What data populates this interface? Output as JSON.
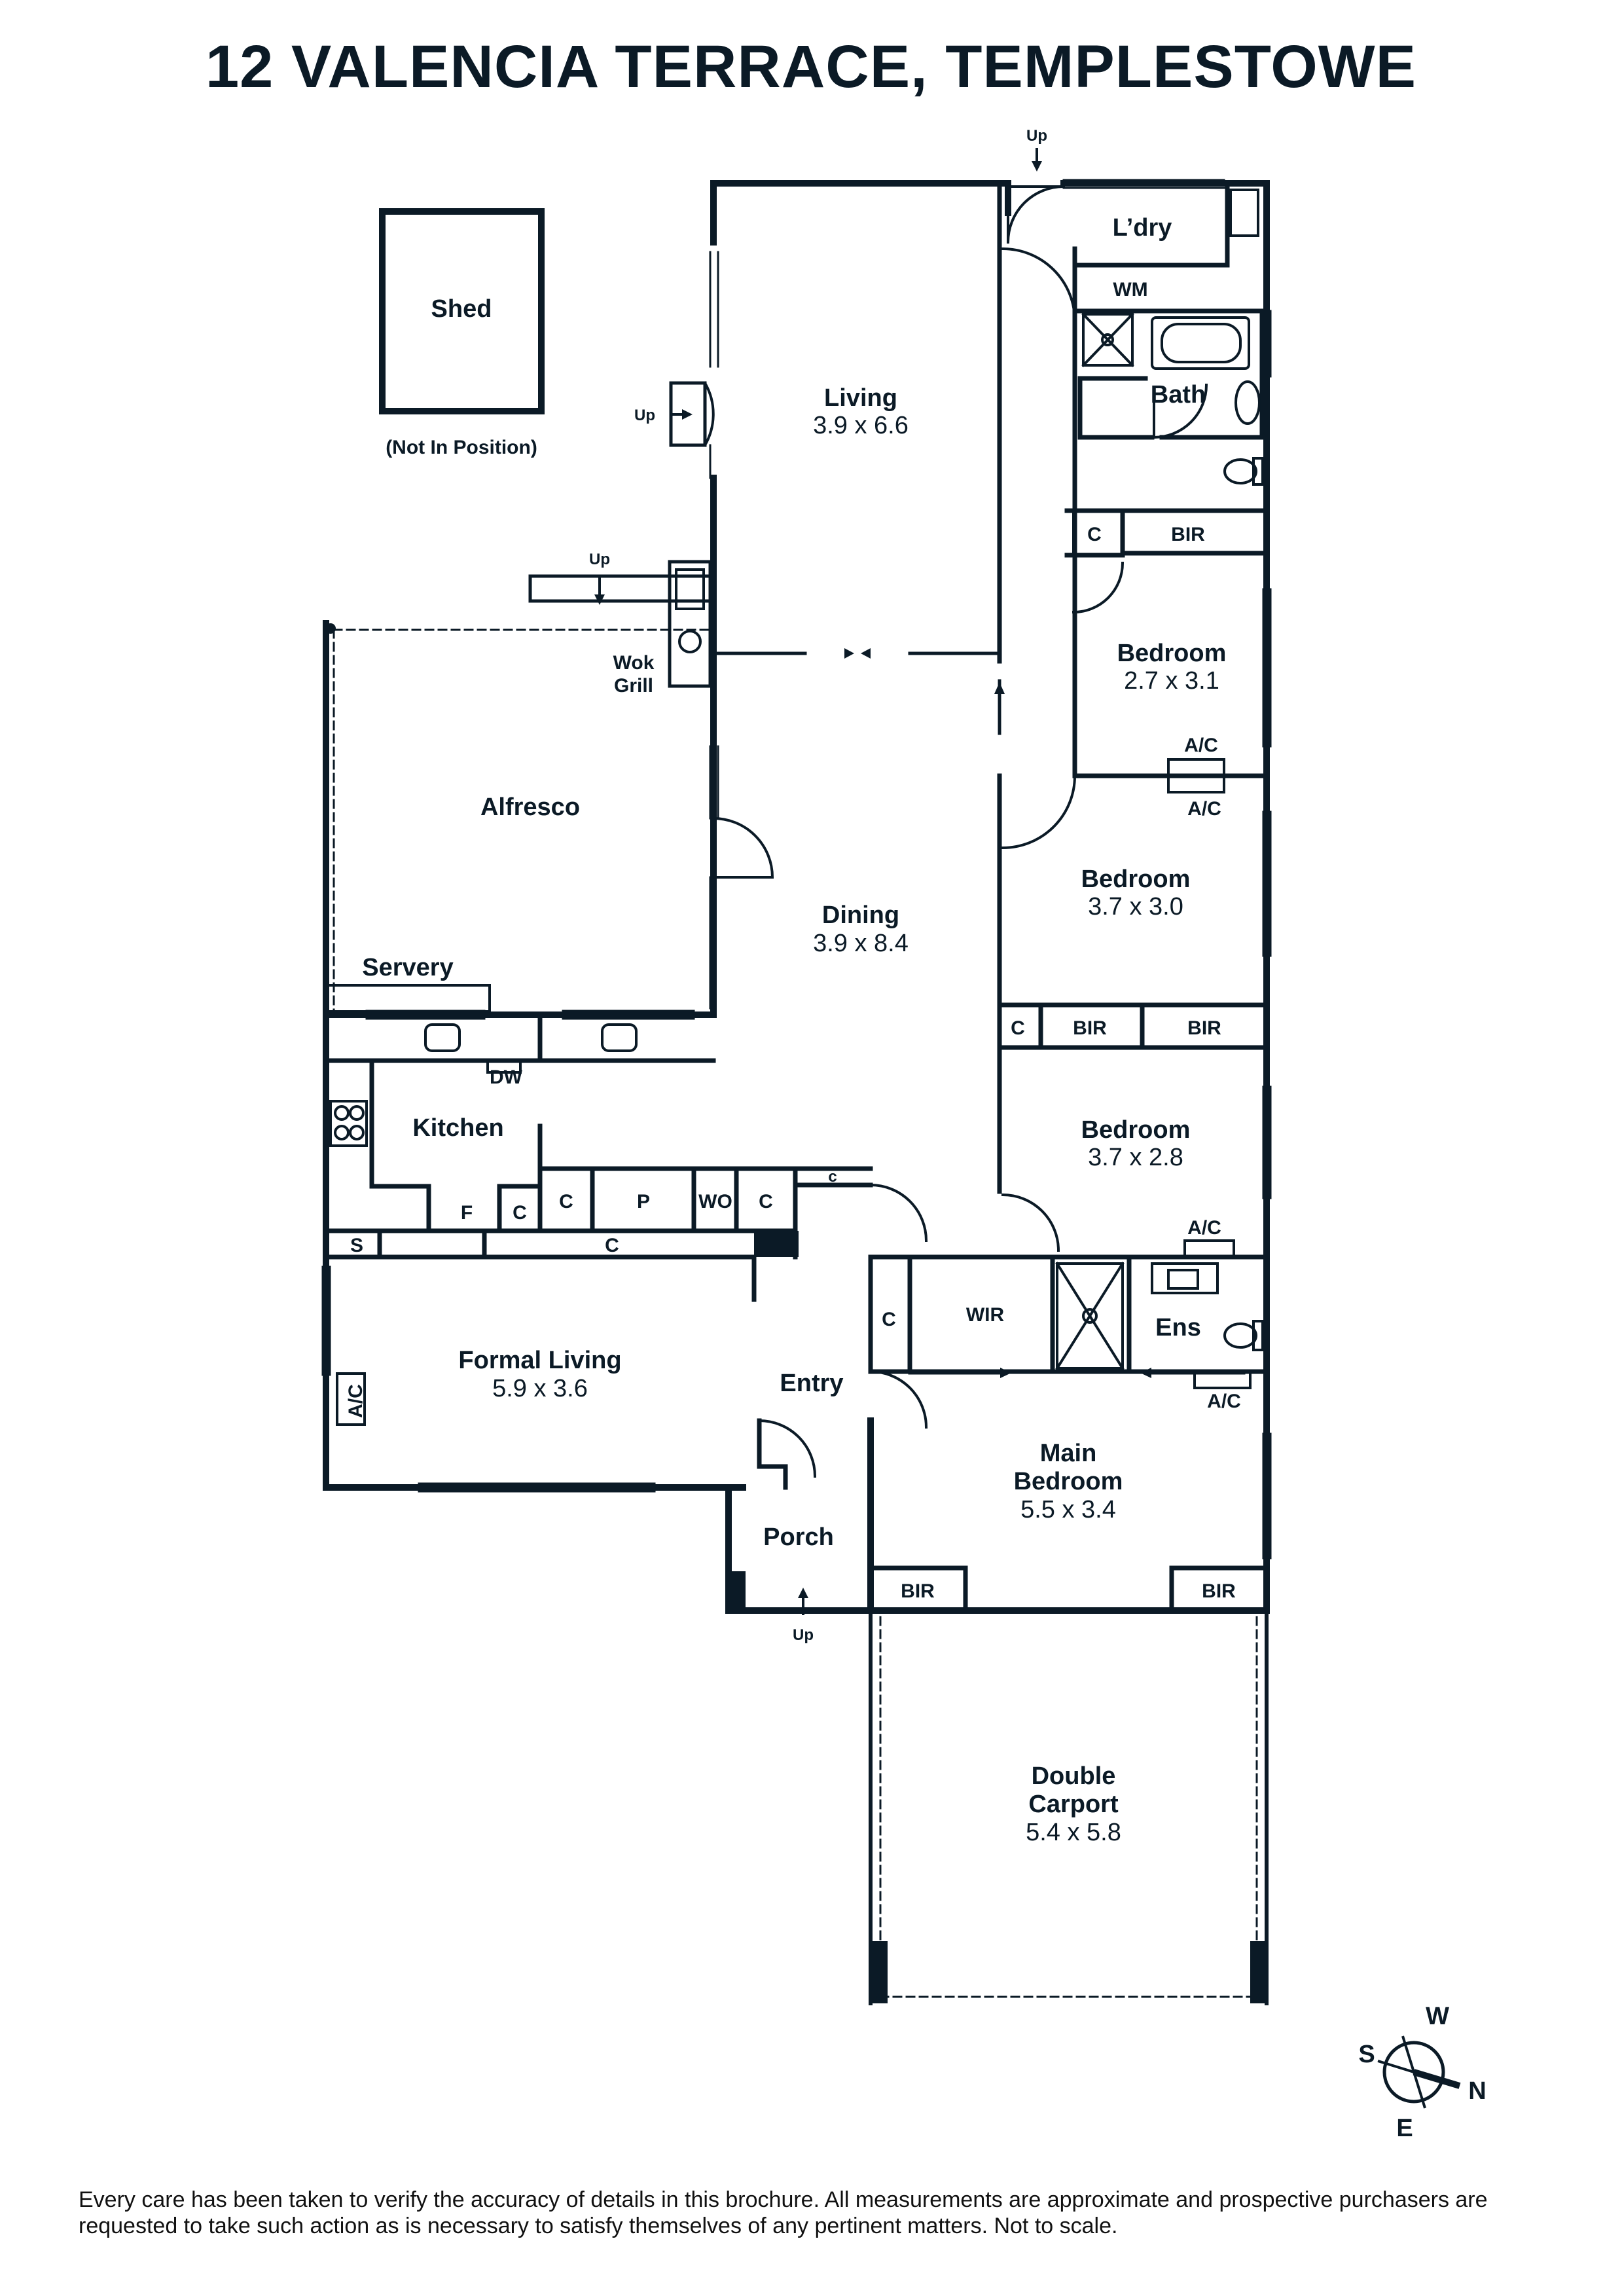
{
  "title": "12 VALENCIA TERRACE, TEMPLESTOWE",
  "rooms": {
    "shed": {
      "name": "Shed",
      "note": "(Not In Position)"
    },
    "living": {
      "name": "Living",
      "dims": "3.9 x 6.6"
    },
    "laundry": {
      "name": "L’dry"
    },
    "washing_machine": "WM",
    "bath": {
      "name": "Bath"
    },
    "alfresco": {
      "name": "Alfresco"
    },
    "wok_grill": {
      "line1": "Wok",
      "line2": "Grill"
    },
    "servery": {
      "name": "Servery"
    },
    "dining": {
      "name": "Dining",
      "dims": "3.9 x 8.4"
    },
    "bedroom_1": {
      "name": "Bedroom",
      "dims": "2.7 x 3.1"
    },
    "bedroom_2": {
      "name": "Bedroom",
      "dims": "3.7 x 3.0"
    },
    "bedroom_3": {
      "name": "Bedroom",
      "dims": "3.7 x 2.8"
    },
    "kitchen": {
      "name": "Kitchen"
    },
    "dishwasher": "DW",
    "formal_living": {
      "name": "Formal Living",
      "dims": "5.9 x 3.6"
    },
    "entry": {
      "name": "Entry"
    },
    "ensuite": {
      "name": "Ens"
    },
    "walk_in_robe": "WIR",
    "main_bedroom": {
      "line1": "Main",
      "line2": "Bedroom",
      "dims": "5.5 x 3.4"
    },
    "porch": {
      "name": "Porch"
    },
    "carport": {
      "line1": "Double",
      "line2": "Carport",
      "dims": "5.4 x 5.8"
    }
  },
  "fixtures": {
    "up": "Up",
    "cupboard": "C",
    "cupboard_small": "c",
    "built_in_robe": "BIR",
    "air_con": "A/C",
    "fridge": "F",
    "pantry": "P",
    "wall_oven": "WO",
    "sink": "S"
  },
  "compass": {
    "north": "N",
    "south": "S",
    "east": "E",
    "west": "W"
  },
  "disclaimer": "Every care has been taken to verify the accuracy of details in this brochure. All measurements are approximate and prospective purchasers are requested to take such action as is necessary to satisfy themselves of any pertinent matters. Not to scale."
}
